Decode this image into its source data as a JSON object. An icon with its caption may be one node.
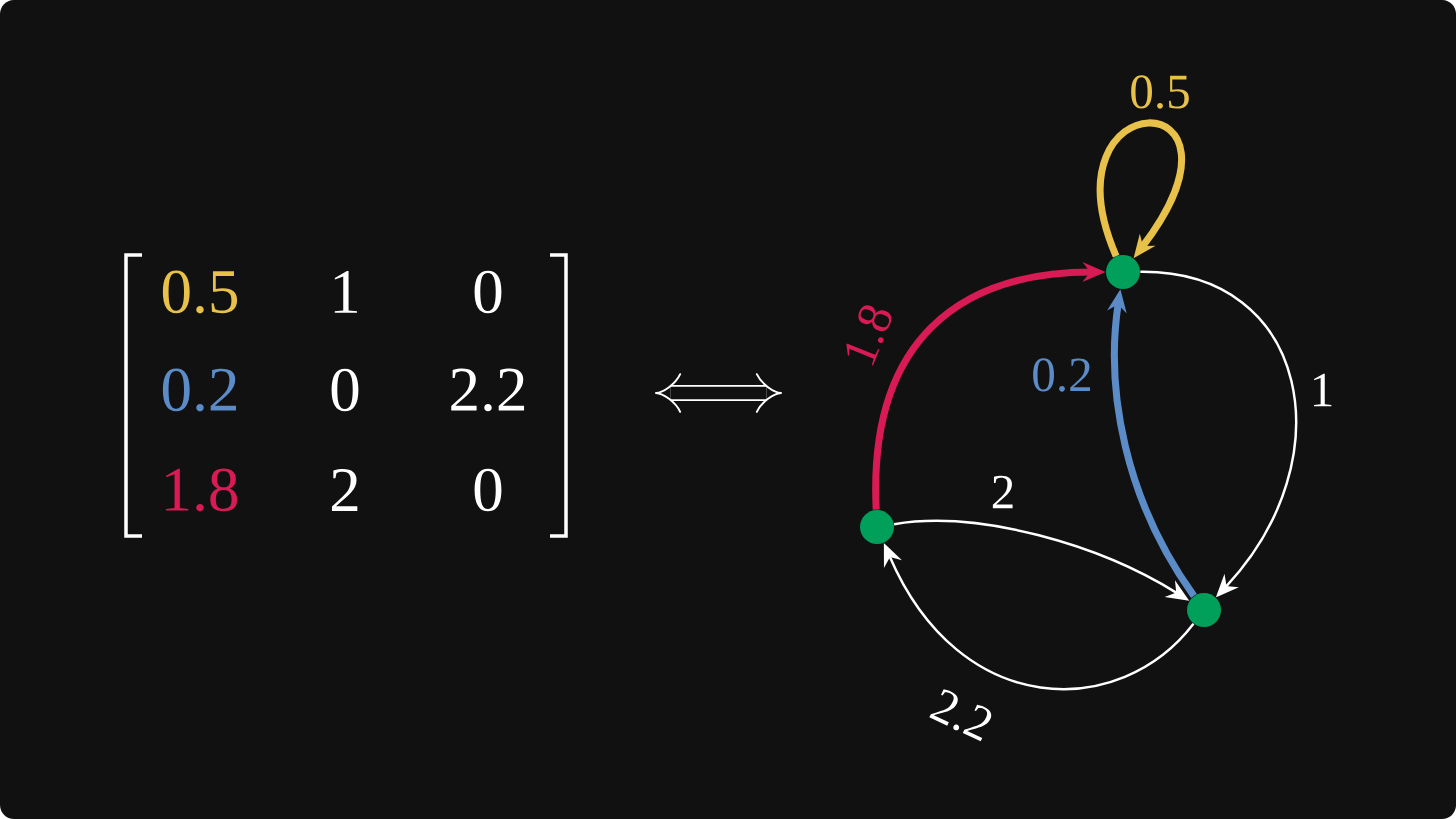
{
  "diagram": {
    "nodes": [
      {
        "text": [],
        "shape": "circle"
      },
      {
        "text": [],
        "shape": "circle"
      },
      {
        "text": [],
        "shape": "circle"
      }
    ],
    "edges": [
      {
        "from": 0,
        "to": 0,
        "arrow": "to",
        "label": "0.5",
        "style": "thick",
        "color": "#e8c14a"
      },
      {
        "from": 1,
        "to": 0,
        "arrow": "to",
        "label": "1.8",
        "style": "thick",
        "color": "#d81b55"
      },
      {
        "from": 2,
        "to": 0,
        "arrow": "to",
        "label": "0.2",
        "style": "thick",
        "color": "#5b8cc7"
      },
      {
        "from": 0,
        "to": 2,
        "arrow": "to",
        "label": "1"
      },
      {
        "from": 1,
        "to": 2,
        "arrow": "to",
        "label": "2"
      },
      {
        "from": 2,
        "to": 1,
        "arrow": "to",
        "label": "2.2"
      }
    ],
    "labels": [
      "0.5",
      "1",
      "0",
      "0.2",
      "0",
      "2.2",
      "1.8",
      "2",
      "0"
    ]
  }
}
